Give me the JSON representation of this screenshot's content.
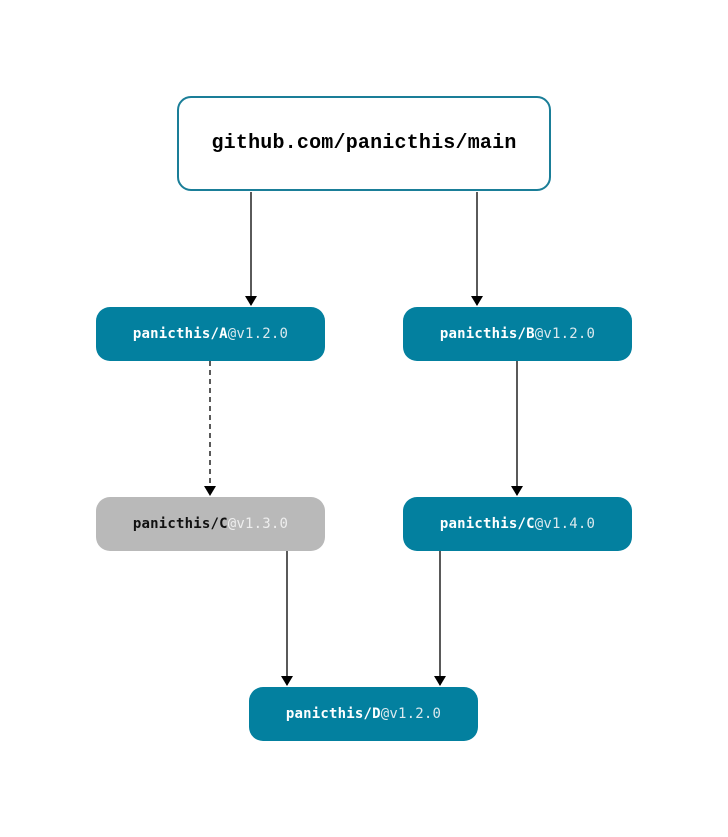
{
  "root": {
    "label": "github.com/panicthis/main"
  },
  "nodes": {
    "a": {
      "name": "panicthis/A",
      "version": "@v1.2.0",
      "selected": true
    },
    "b": {
      "name": "panicthis/B",
      "version": "@v1.2.0",
      "selected": true
    },
    "c1": {
      "name": "panicthis/C",
      "version": "@v1.3.0",
      "selected": false
    },
    "c2": {
      "name": "panicthis/C",
      "version": "@v1.4.0",
      "selected": true
    },
    "d": {
      "name": "panicthis/D",
      "version": "@v1.2.0",
      "selected": true
    }
  },
  "edges": [
    {
      "from": "root",
      "to": "a",
      "style": "solid"
    },
    {
      "from": "root",
      "to": "b",
      "style": "solid"
    },
    {
      "from": "a",
      "to": "c1",
      "style": "dashed"
    },
    {
      "from": "b",
      "to": "c2",
      "style": "solid"
    },
    {
      "from": "c1",
      "to": "d",
      "style": "solid"
    },
    {
      "from": "c2",
      "to": "d",
      "style": "solid"
    }
  ],
  "colors": {
    "selected_fill": "#03809f",
    "unselected_fill": "#b9b9b9",
    "root_border": "#1a7e98",
    "edge": "#000000"
  }
}
